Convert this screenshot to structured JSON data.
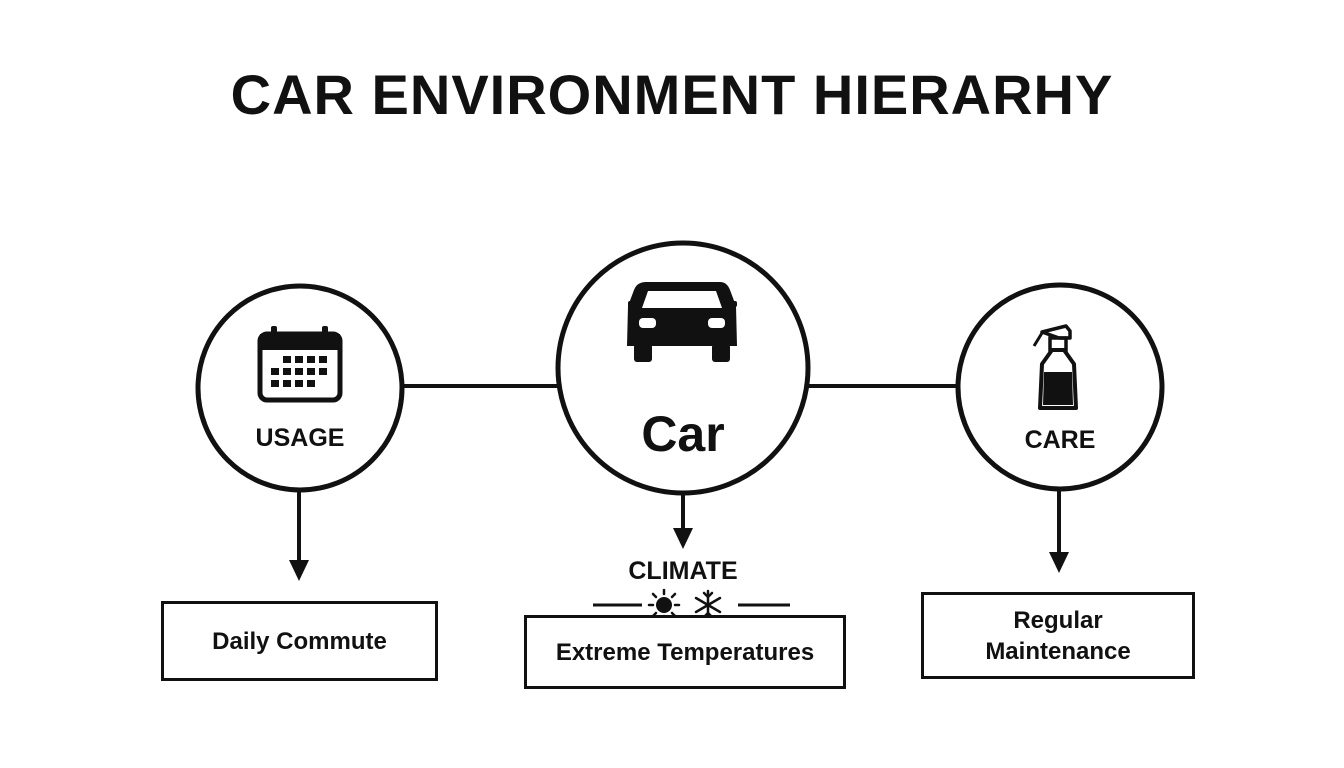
{
  "title": "CAR ENVIRONMENT HIERARHY",
  "colors": {
    "stroke": "#111111",
    "background": "#ffffff"
  },
  "nodes": {
    "usage": {
      "label": "USAGE",
      "icon": "calendar-icon",
      "child": "Daily Commute"
    },
    "car": {
      "label": "Car",
      "icon": "car-icon"
    },
    "care": {
      "label": "CARE",
      "icon": "spray-bottle-icon",
      "child_lines": [
        "Regular",
        "Maintenance"
      ]
    },
    "climate": {
      "label": "CLIMATE",
      "icons": [
        "sun-icon",
        "snowflake-icon"
      ],
      "child": "Extreme Temperatures"
    }
  }
}
